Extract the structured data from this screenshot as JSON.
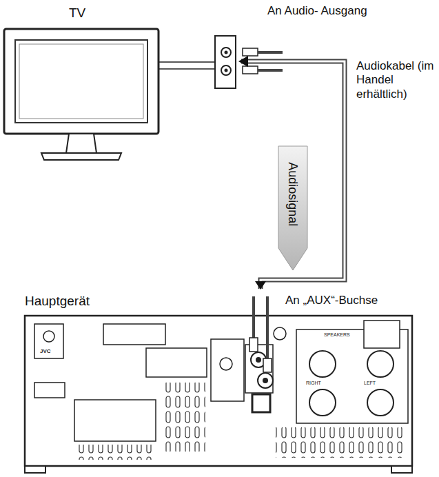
{
  "diagram": {
    "nodes": [
      {
        "text": [
          "TV"
        ]
      },
      {
        "text": [
          "Hauptgerät"
        ]
      }
    ],
    "edges": [
      {
        "from": 0,
        "to": 1,
        "arrow": "both",
        "label": "Audiosignal"
      }
    ],
    "labels": [
      "An Audio- Ausgang",
      "Audiokabel (im Handel erhältlich)",
      "An „AUX“-Buchse",
      "JVC",
      "SPEAKERS",
      "RIGHT",
      "LEFT"
    ]
  }
}
